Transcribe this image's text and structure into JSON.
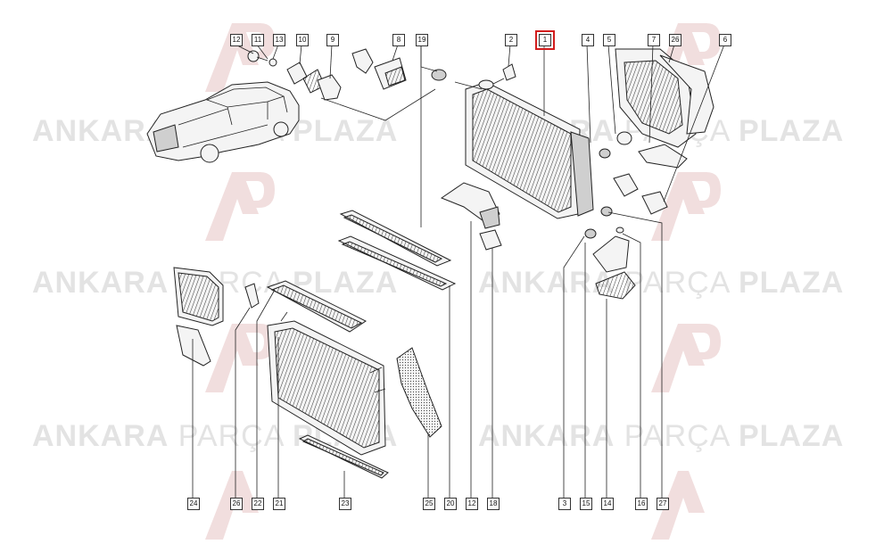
{
  "watermark": {
    "brand_bold_1": "ANKARA",
    "brand_light": "PARÇA",
    "brand_bold_2": "PLAZA",
    "logo_letters": "AP",
    "logo_color": "#e8c9c9",
    "text_color": "#e3e3e3"
  },
  "selected_callout": "1",
  "selected_color": "#d21d1d",
  "callouts_top": [
    "12",
    "11",
    "13",
    "10",
    "9",
    "8",
    "19",
    "2",
    "1",
    "4",
    "5",
    "7",
    "26",
    "6"
  ],
  "callouts_bottom": [
    "24",
    "26",
    "22",
    "21",
    "23",
    "25",
    "20",
    "12",
    "18",
    "3",
    "15",
    "14",
    "16",
    "27"
  ]
}
